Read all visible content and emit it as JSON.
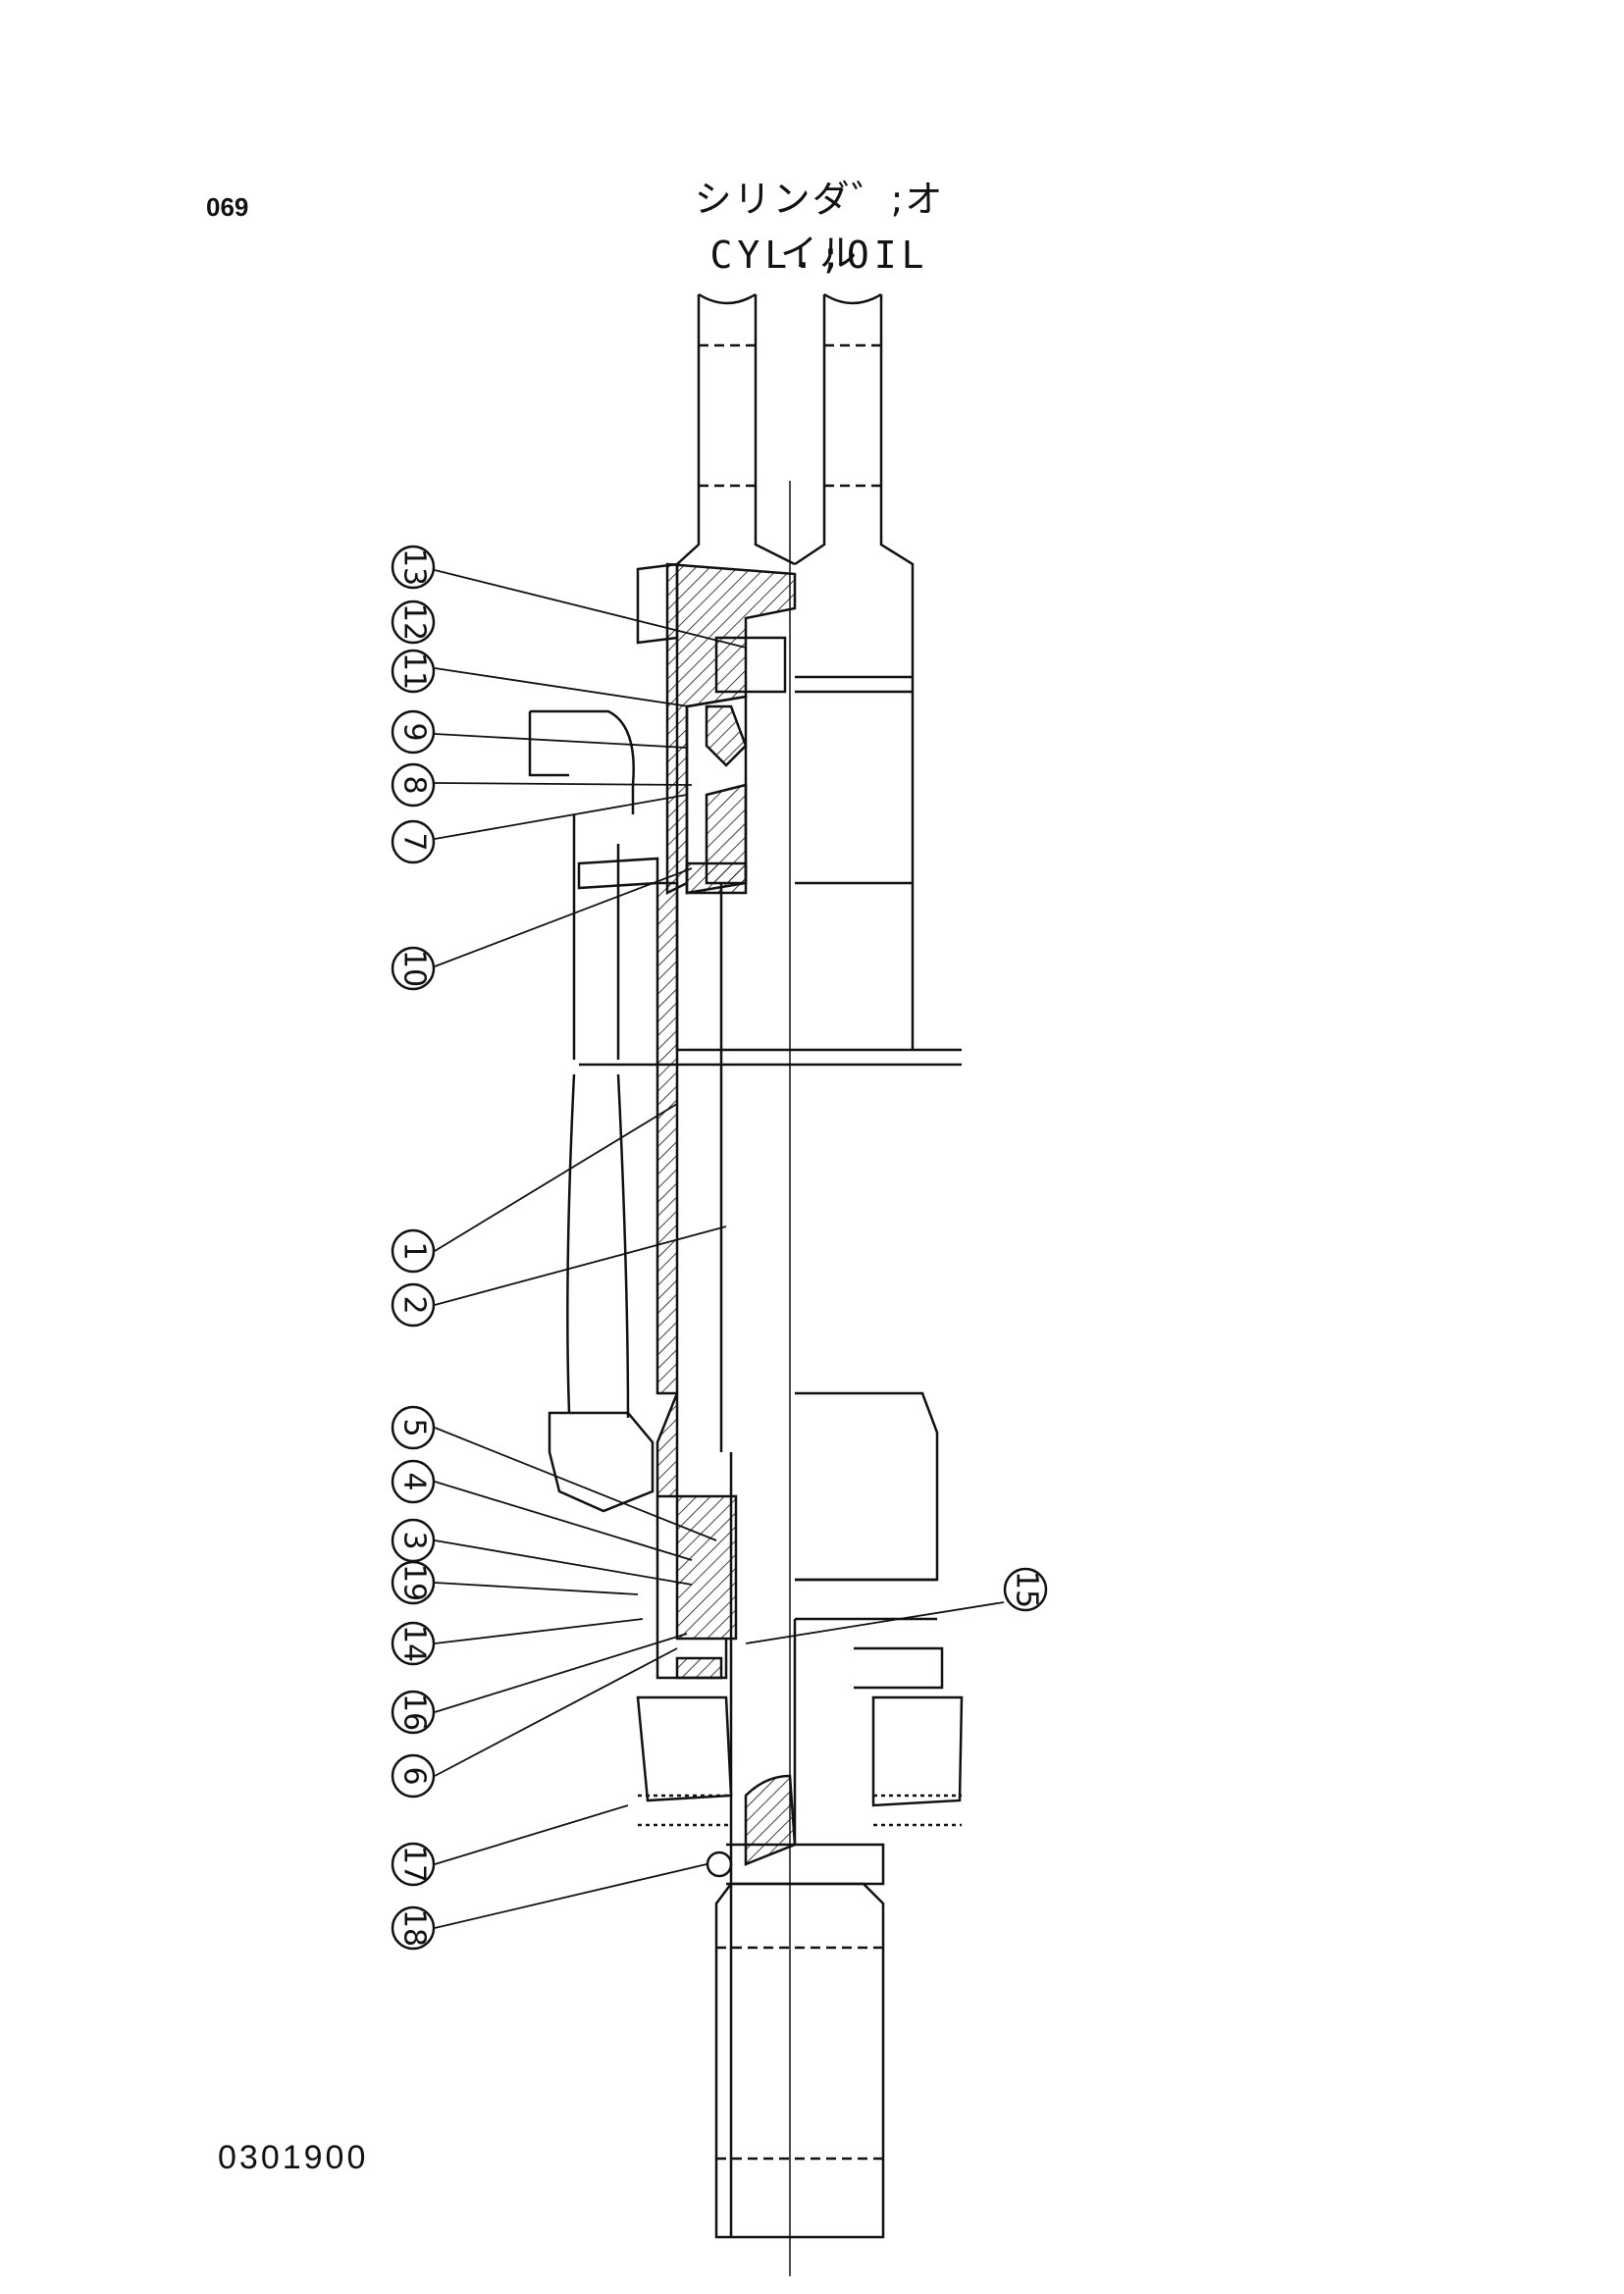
{
  "page": {
    "number": "069"
  },
  "title": {
    "japanese": "シリンダ゛;オイル",
    "english": "CYL.;OIL"
  },
  "drawing": {
    "number": "0301900"
  },
  "callouts": [
    "13",
    "12",
    "11",
    "9",
    "8",
    "7",
    "10",
    "1",
    "2",
    "5",
    "4",
    "3",
    "19",
    "14",
    "16",
    "6",
    "17",
    "18",
    "15"
  ],
  "colors": {
    "ink": "#111111",
    "paper": "#ffffff"
  }
}
